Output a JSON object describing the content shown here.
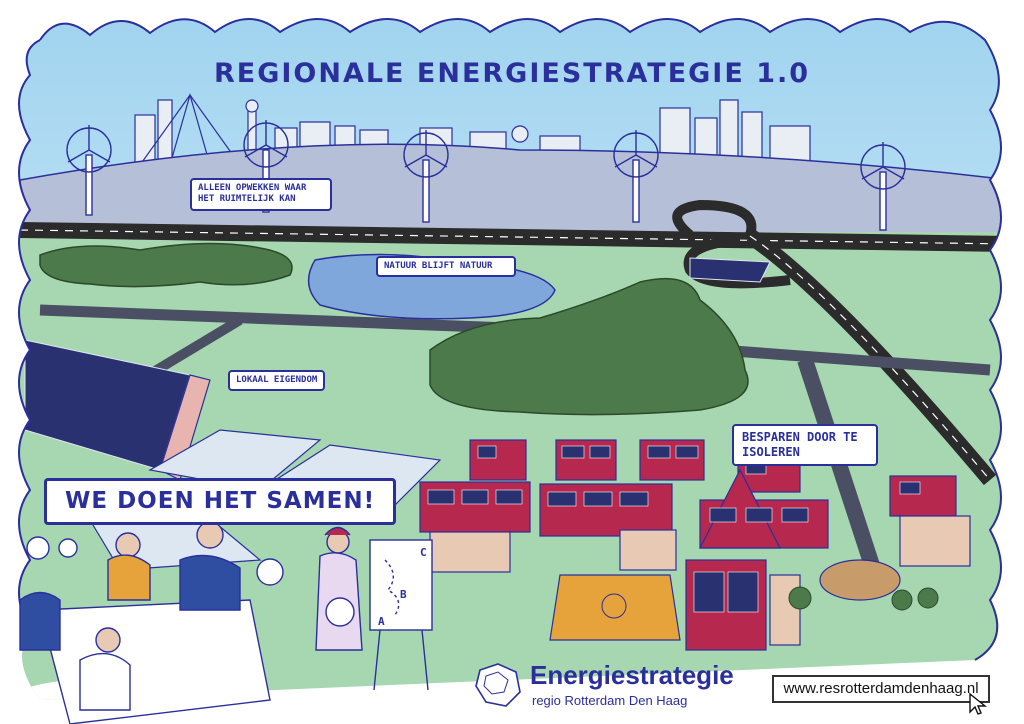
{
  "title": "REGIONALE ENERGIESTRATEGIE 1.0",
  "bubbles": {
    "opwekken": "ALLEEN OPWEKKEN WAAR HET RUIMTELIJK KAN",
    "natuur": "NATUUR BLIJFT NATUUR",
    "lokaal": "LOKAAL EIGENDOM",
    "besparen": "BESPAREN DOOR TE ISOLEREN",
    "samen": "WE DOEN HET SAMEN!"
  },
  "logo": {
    "title": "Energiestrategie",
    "subtitle": "regio Rotterdam Den Haag"
  },
  "website": "www.resrotterdamdenhaag.nl",
  "colors": {
    "ink": "#2a2f9c",
    "sky": "#bfe3f5",
    "hills": "#b5bfd8",
    "grass": "#a7d7b0",
    "forest": "#4d7a4a",
    "roof": "#b6284e",
    "road": "#2b2b2b",
    "court": "#e7a33b"
  },
  "flipchart_letters": [
    "C",
    "B",
    "A"
  ]
}
